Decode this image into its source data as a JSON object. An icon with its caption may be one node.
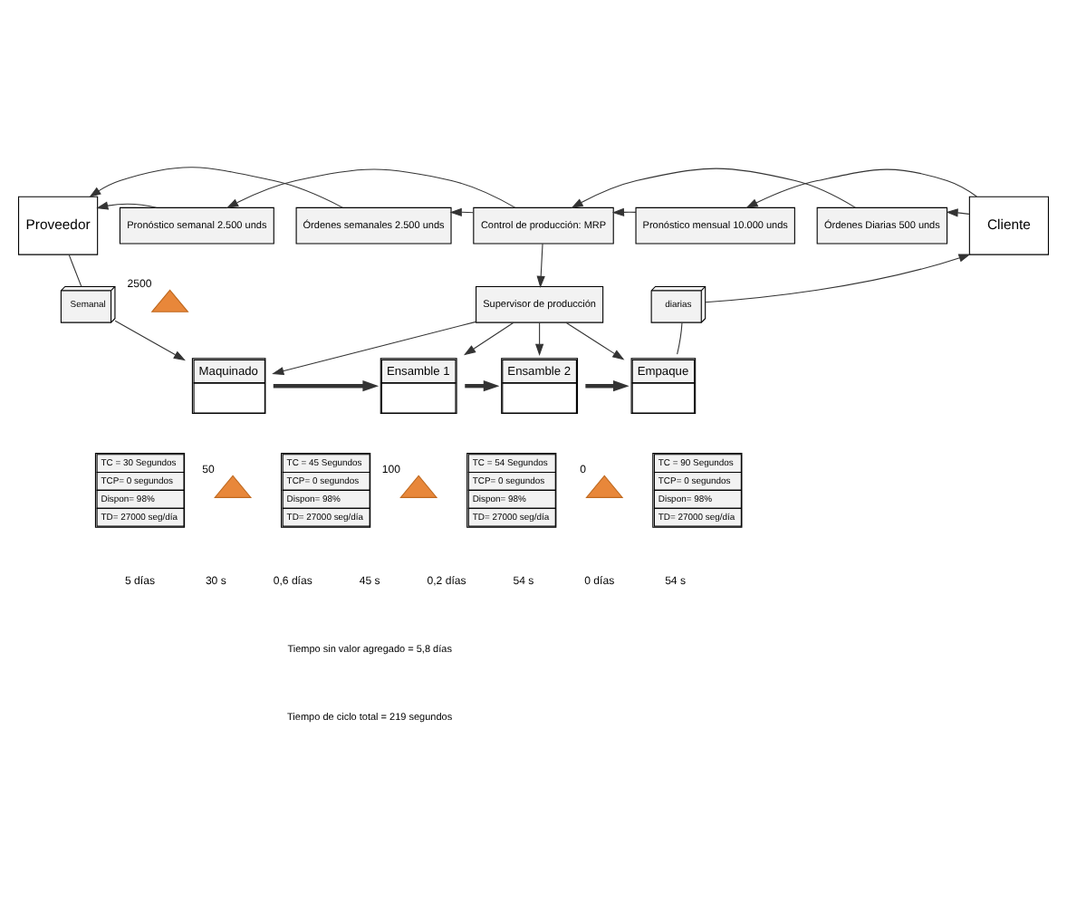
{
  "diagram": {
    "nodes": [
      {
        "text": [
          "Proveedor"
        ]
      },
      {
        "text": [
          "Pronóstico semanal 2.500 unds"
        ]
      },
      {
        "text": [
          "Órdenes semanales 2.500 unds"
        ]
      },
      {
        "text": [
          "Control de producción: MRP"
        ]
      },
      {
        "text": [
          "Pronóstico mensual 10.000 unds"
        ]
      },
      {
        "text": [
          "Órdenes Diarias 500 unds"
        ]
      },
      {
        "text": [
          "Cliente"
        ]
      },
      {
        "text": [
          "Semanal"
        ]
      },
      {
        "text": [
          "Supervisor de producción"
        ]
      },
      {
        "text": [
          "diarias"
        ]
      },
      {
        "text": [],
        "shape": "triangle",
        "beside": [
          "2500"
        ]
      },
      {
        "text": [
          "Maquinado"
        ]
      },
      {
        "text": [
          "Ensamble 1"
        ]
      },
      {
        "text": [
          "Ensamble 2"
        ]
      },
      {
        "text": [
          "Empaque"
        ]
      },
      {
        "text": [],
        "shape": "triangle",
        "beside": [
          "50"
        ]
      },
      {
        "text": [],
        "shape": "triangle",
        "beside": [
          "100"
        ]
      },
      {
        "text": [],
        "shape": "triangle",
        "beside": [
          "0"
        ]
      },
      {
        "text": [
          "TC = 30 Segundos",
          "TCP= 0 segundos",
          "Dispon= 98%",
          "TD= 27000 seg/día"
        ]
      },
      {
        "text": [
          "TC = 45 Segundos",
          "TCP= 0 segundos",
          "Dispon= 98%",
          "TD= 27000 seg/día"
        ]
      },
      {
        "text": [
          "TC = 54 Segundos",
          "TCP= 0 segundos",
          "Dispon= 98%",
          "TD= 27000 seg/día"
        ]
      },
      {
        "text": [
          "TC = 90 Segundos",
          "TCP= 0 segundos",
          "Dispon= 98%",
          "TD= 27000 seg/día"
        ]
      }
    ],
    "edges": [
      {
        "from": 6,
        "to": 4,
        "arrow": "to"
      },
      {
        "from": 4,
        "to": 3,
        "arrow": "to"
      },
      {
        "from": 6,
        "to": 5,
        "arrow": "to"
      },
      {
        "from": 5,
        "to": 3,
        "arrow": "to"
      },
      {
        "from": 3,
        "to": 1,
        "arrow": "to"
      },
      {
        "from": 1,
        "to": 0,
        "arrow": "to"
      },
      {
        "from": 3,
        "to": 2,
        "arrow": "to"
      },
      {
        "from": 2,
        "to": 0,
        "arrow": "to"
      },
      {
        "from": 3,
        "to": 8,
        "arrow": "to"
      },
      {
        "from": 8,
        "to": 11,
        "arrow": "to"
      },
      {
        "from": 8,
        "to": 12,
        "arrow": "to"
      },
      {
        "from": 8,
        "to": 13,
        "arrow": "to"
      },
      {
        "from": 8,
        "to": 14,
        "arrow": "to"
      },
      {
        "from": 0,
        "to": 7,
        "arrow": "none"
      },
      {
        "from": 7,
        "to": 11,
        "arrow": "to"
      },
      {
        "from": 14,
        "to": 9,
        "arrow": "none"
      },
      {
        "from": 9,
        "to": 6,
        "arrow": "to"
      },
      {
        "from": 11,
        "to": 12,
        "arrow": "to",
        "style": "thick"
      },
      {
        "from": 12,
        "to": 13,
        "arrow": "to",
        "style": "thick"
      },
      {
        "from": 13,
        "to": 14,
        "arrow": "to",
        "style": "thick"
      }
    ],
    "labels": [
      "5 días",
      "30 s",
      "0,6 días",
      "45 s",
      "0,2 días",
      "54 s",
      "0 días",
      "54 s",
      "Tiempo sin valor agregado = 5,8 días",
      "Tiempo de ciclo total = 219 segundos"
    ]
  }
}
